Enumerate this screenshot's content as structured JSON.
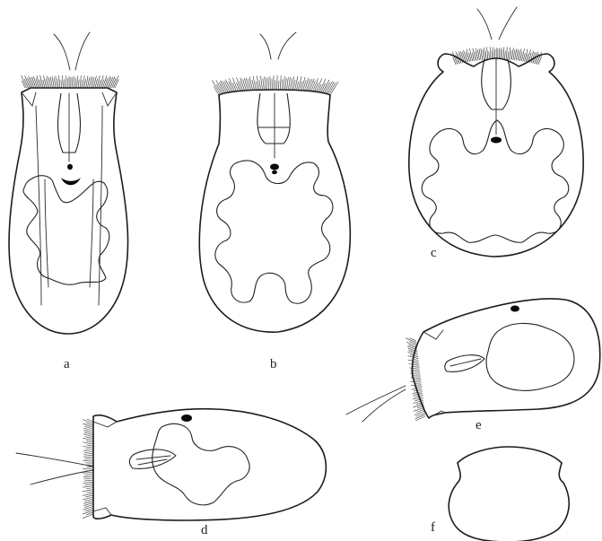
{
  "figures": [
    {
      "id": "a",
      "label": "a"
    },
    {
      "id": "b",
      "label": "b"
    },
    {
      "id": "c",
      "label": "c"
    },
    {
      "id": "d",
      "label": "d"
    },
    {
      "id": "e",
      "label": "e"
    },
    {
      "id": "f",
      "label": "f"
    }
  ],
  "colors": {
    "ink": "#1c1c1c",
    "paper": "#ffffff"
  }
}
